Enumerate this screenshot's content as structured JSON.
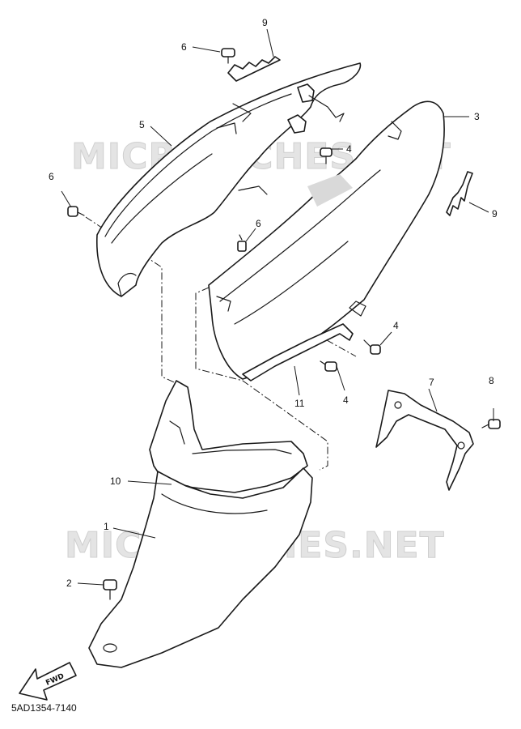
{
  "watermark": "MICROFICHES.NET",
  "diagram_code": "5AD1354-7140",
  "fwd_label": "FWD",
  "callouts": {
    "c9a": "9",
    "c6a": "6",
    "c3": "3",
    "c5": "5",
    "c4a": "4",
    "c6b": "6",
    "c9b": "9",
    "c6c": "6",
    "c4b": "4",
    "c4c": "4",
    "c11": "11",
    "c7": "7",
    "c8": "8",
    "c10": "10",
    "c1": "1",
    "c2": "2"
  }
}
